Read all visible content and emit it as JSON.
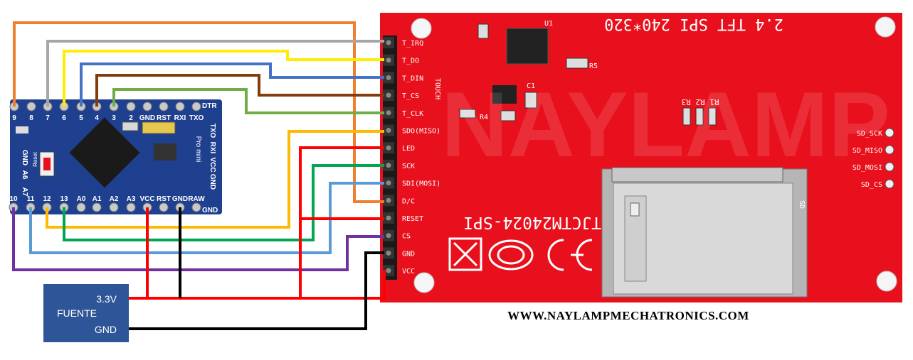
{
  "colors": {
    "board_arduino": "#1f3f8f",
    "board_tft": "#e8101c",
    "power_box": "#2e5597",
    "wire_orange": "#ef7f2c",
    "wire_gray": "#a6a6a6",
    "wire_yellow": "#ffee00",
    "wire_blue": "#4472c4",
    "wire_brown": "#843c0c",
    "wire_green": "#70ad47",
    "wire_gold": "#ffb900",
    "wire_red": "#ff0000",
    "wire_darkgreen": "#00a651",
    "wire_lightblue": "#5b9bd5",
    "wire_purple": "#7030a0",
    "wire_black": "#000000"
  },
  "arduino": {
    "top_pins": [
      "9",
      "8",
      "7",
      "6",
      "5",
      "4",
      "3",
      "2",
      "GND",
      "RST",
      "RXI",
      "TXO"
    ],
    "dtr": "DTR",
    "bottom_pins": [
      "10",
      "11",
      "12",
      "13",
      "A0",
      "A1",
      "A2",
      "A3",
      "VCC",
      "RST",
      "GND",
      "RAW"
    ],
    "gnd": "GND",
    "side_labels": [
      "TXO",
      "RXI",
      "VCC",
      "GND"
    ],
    "model": "Pro mini",
    "reset": "Reset",
    "left_labels": [
      "GND",
      "A6",
      "A7"
    ]
  },
  "tft": {
    "pins": [
      "T_IRQ",
      "T_DO",
      "T_DIN",
      "T_CS",
      "T_CLK",
      "SDO(MISO)",
      "LED",
      "SCK",
      "SDI(MOSI)",
      "D/C",
      "RESET",
      "CS",
      "GND",
      "VCC"
    ],
    "touch": "TOUCH",
    "title": "2.4 TFT SPI 240*320",
    "model": "TJCTM24024-SPI",
    "sd_pins": [
      "SD_SCK",
      "SD_MISO",
      "SD_MOSI",
      "SD_CS"
    ],
    "u1": "U1",
    "resistors": "R1 R2 R3",
    "r4": "R4",
    "r5": "R5",
    "c1": "C1",
    "sd": "SD"
  },
  "power": {
    "v33": "3.3V",
    "fuente": "FUENTE",
    "gnd": "GND"
  },
  "website": "WWW.NAYLAMPMECHATRONICS.COM"
}
